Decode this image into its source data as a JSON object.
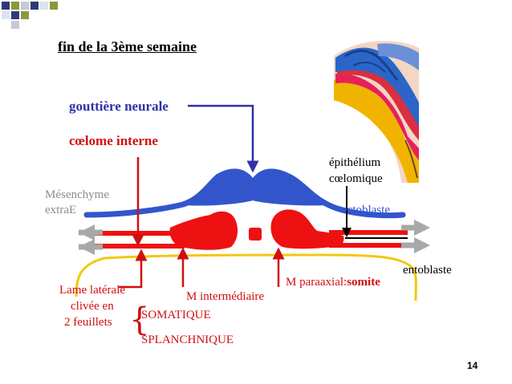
{
  "slide": {
    "title": "fin de la 3ème semaine",
    "page_number": "14"
  },
  "labels": {
    "neural_groove": "gouttière neurale",
    "internal_coelom": "cœlome interne",
    "mesenchyme_line1": "Mésenchyme",
    "mesenchyme_line2": "extraE",
    "coelomic_epithelium_line1": "épithélium",
    "coelomic_epithelium_line2": "cœlomique",
    "ectoderm": "ectoblaste",
    "endoderm": "entoblaste",
    "lateral_plate_line1": "Lame latérale",
    "lateral_plate_line2": "clivée en",
    "lateral_plate_line3": "2 feuillets",
    "somatic": "SOMATIQUE",
    "splanchnic": "SPLANCHNIQUE",
    "intermediate_mesoderm": "M intermédiaire",
    "paraxial_mesoderm": "M paraaxial:",
    "somite": "somite"
  },
  "colors": {
    "ectoderm_blue": "#3355cc",
    "mesoderm_red": "#ee1111",
    "endoderm_yellow": "#f2c811",
    "label_red": "#d01010",
    "label_blue": "#3030a8",
    "label_gray": "#8c8c8c",
    "deco_navy": "#2d3a7a",
    "deco_olive": "#8a9a3a"
  }
}
